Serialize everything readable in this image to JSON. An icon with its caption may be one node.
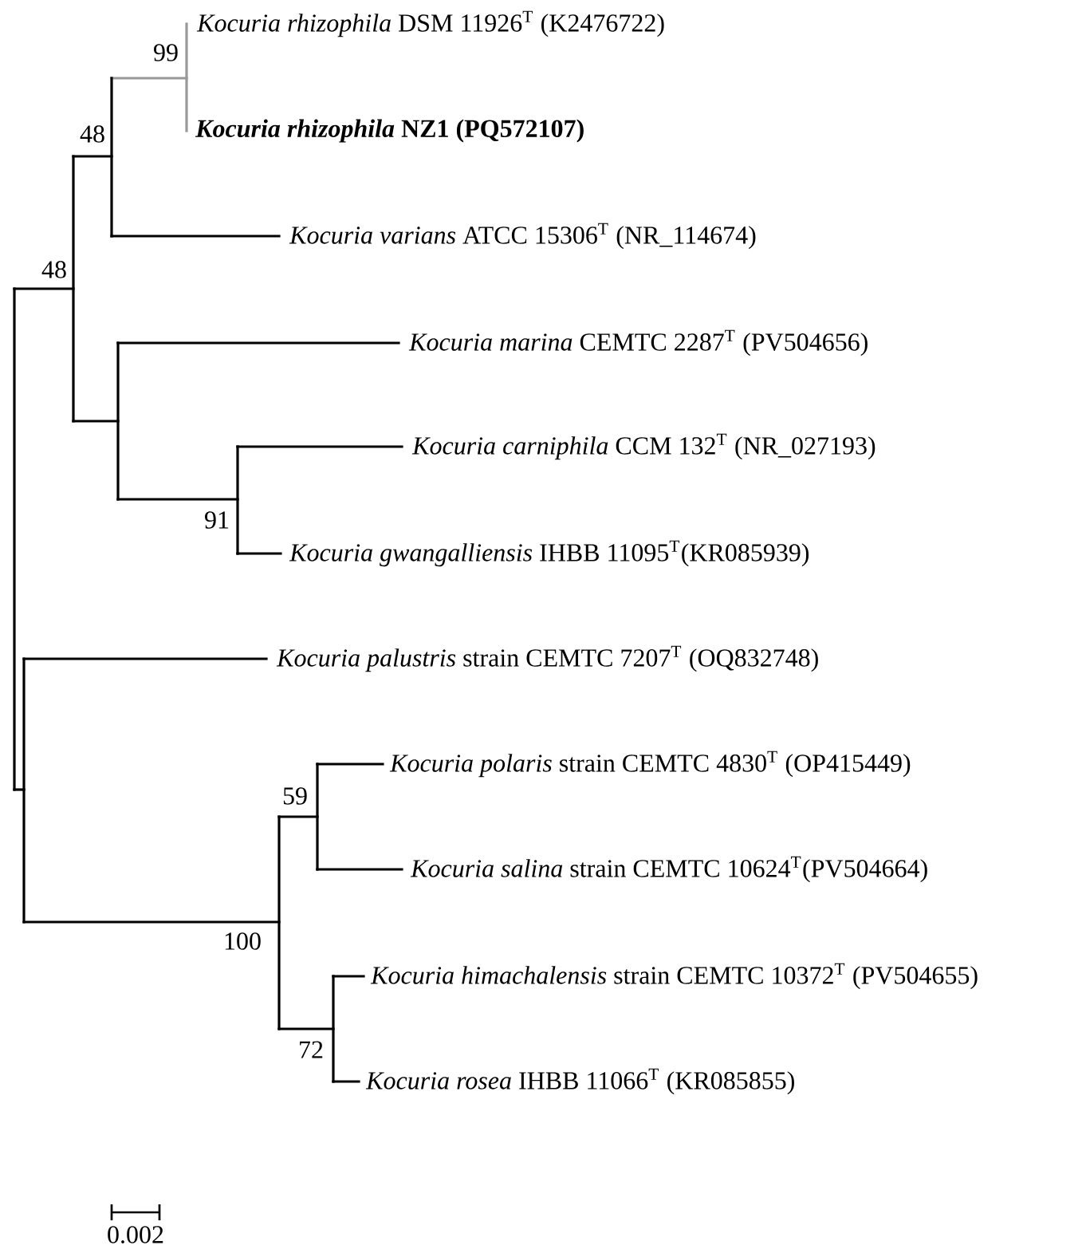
{
  "diagram": {
    "nodes": [
      {
        "text": [
          "*Kocuria rhizophila* DSM 11926$^{T}$ (K2476722)"
        ]
      },
      {
        "text": [
          "*Kocuria rhizophila* NZ1 (PQ572107)"
        ]
      },
      {
        "text": [
          "*Kocuria varians* ATCC 15306$^{T}$ (NR_114674)"
        ]
      },
      {
        "text": [
          "*Kocuria marina* CEMTC 2287$^{T}$ (PV504656)"
        ]
      },
      {
        "text": [
          "*Kocuria carniphila* CCM 132$^{T}$ (NR_027193)"
        ]
      },
      {
        "text": [
          "*Kocuria gwangalliensis* IHBB 11095$^{T}$(KR085939)"
        ]
      },
      {
        "text": [
          "*Kocuria palustris* strain CEMTC 7207$^{T}$ (OQ832748)"
        ]
      },
      {
        "text": [
          "*Kocuria polaris* strain CEMTC 4830$^{T}$ (OP415449)"
        ]
      },
      {
        "text": [
          "*Kocuria salina* strain CEMTC 10624$^{T}$(PV504664)"
        ]
      },
      {
        "text": [
          "*Kocuria himachalensis* strain CEMTC 10372$^{T}$ (PV504655)"
        ]
      },
      {
        "text": [
          "*Kocuria rosea* IHBB 11066$^{T}$ (KR085855)"
        ]
      }
    ],
    "labels": [
      "99",
      "48",
      "48",
      "91",
      "59",
      "100",
      "72",
      "0.002"
    ]
  }
}
